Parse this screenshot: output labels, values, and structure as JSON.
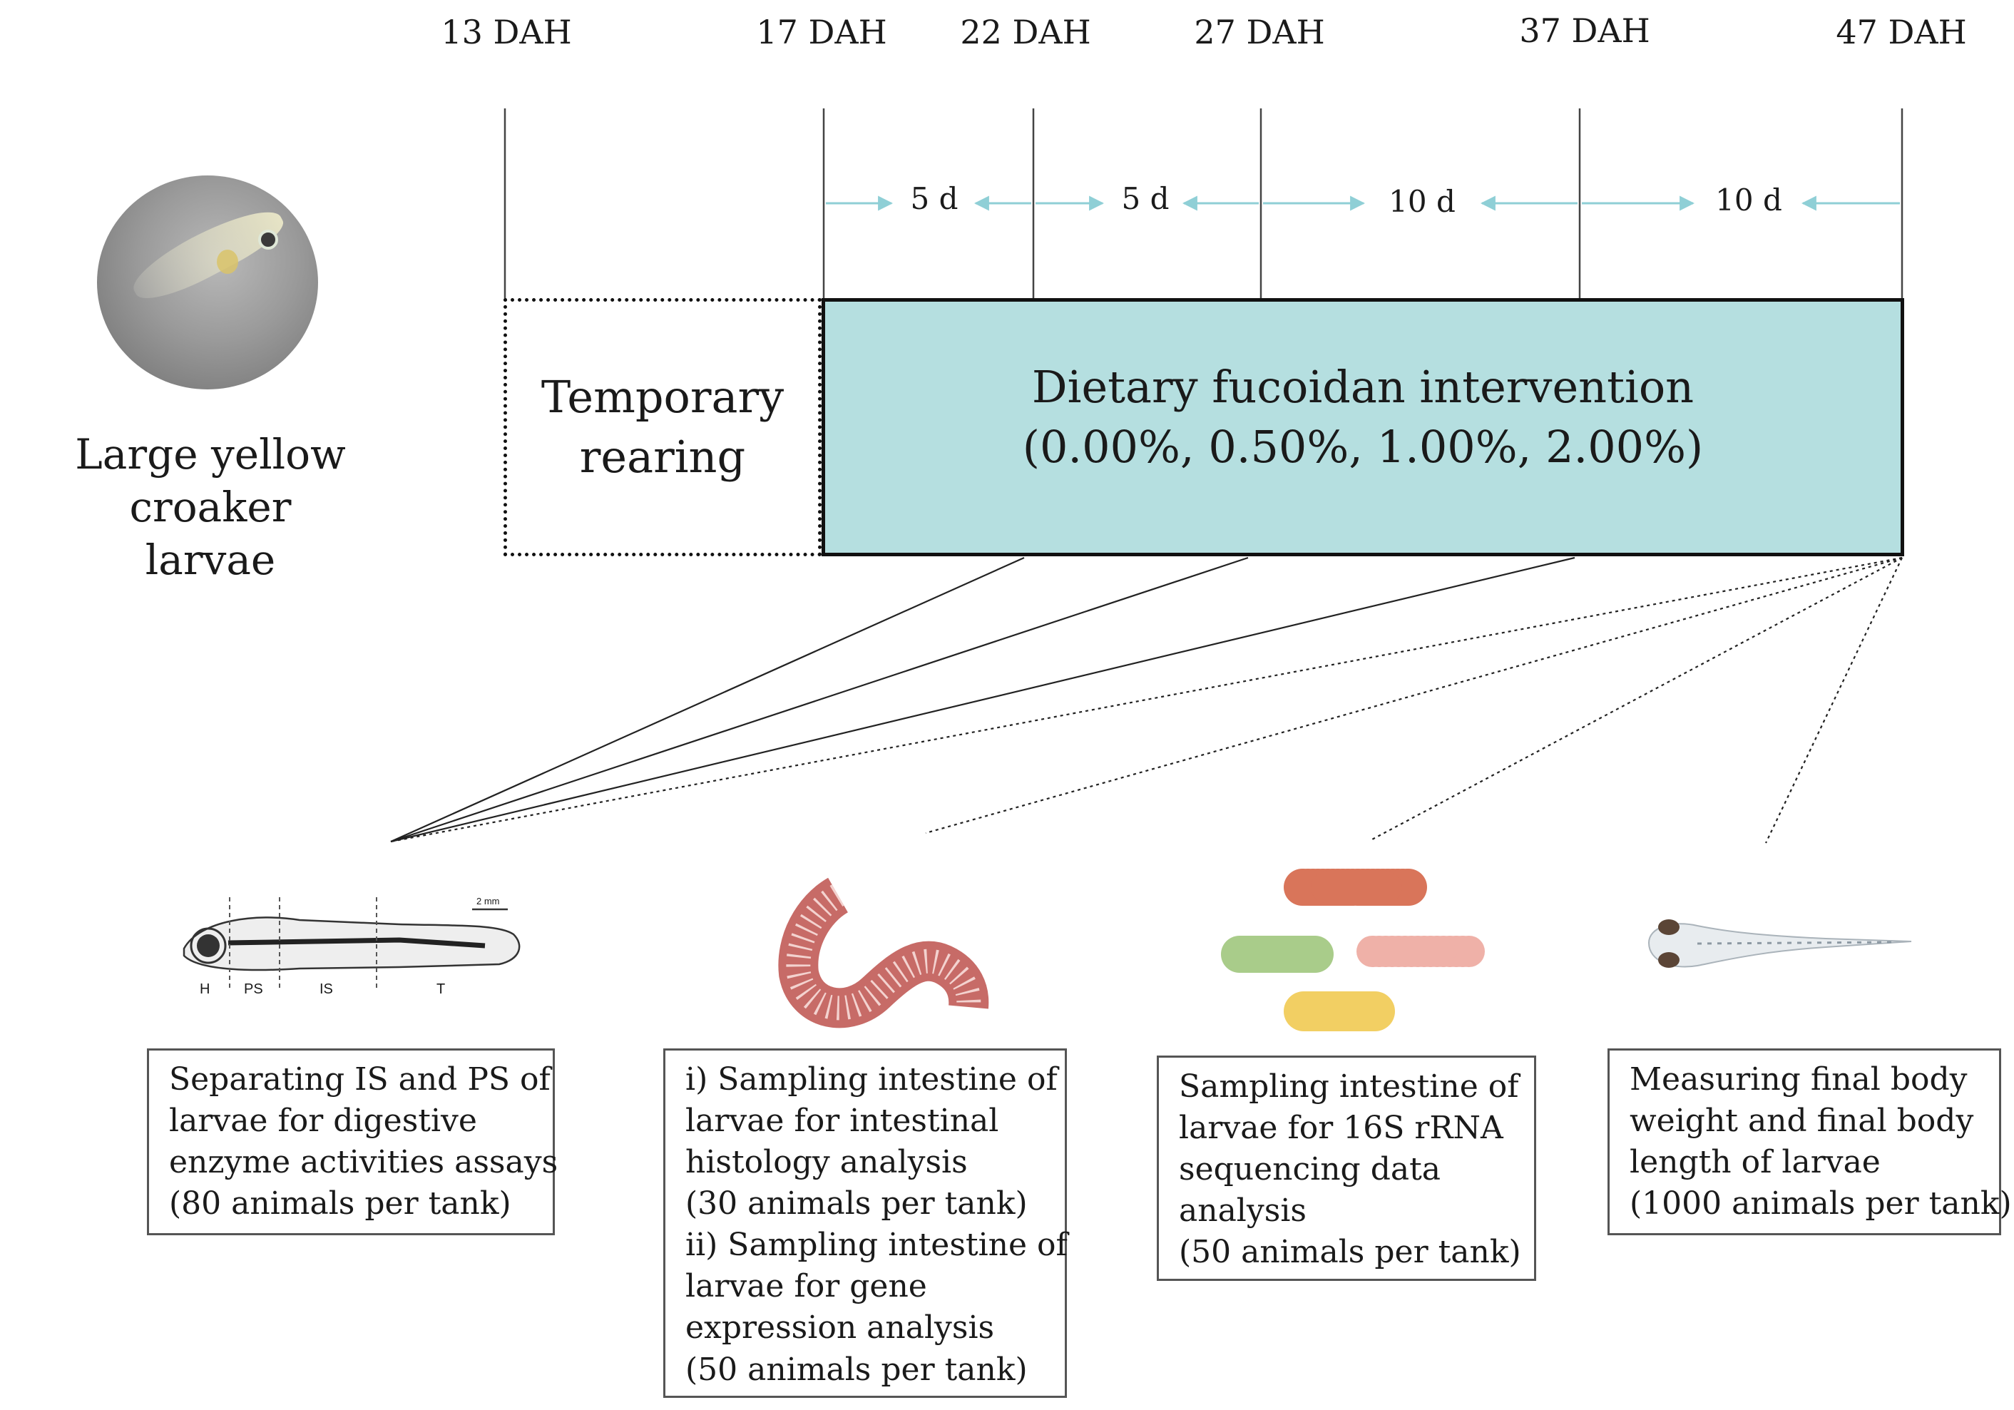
{
  "timeline": {
    "days": [
      {
        "label": "13 DAH"
      },
      {
        "label": "17 DAH"
      },
      {
        "label": "22 DAH"
      },
      {
        "label": "27 DAH"
      },
      {
        "label": "37 DAH"
      },
      {
        "label": "47 DAH"
      }
    ],
    "intervals": [
      {
        "label": "5 d"
      },
      {
        "label": "5 d"
      },
      {
        "label": "10 d"
      },
      {
        "label": "10 d"
      }
    ]
  },
  "subject": {
    "line1": "Large yellow croaker",
    "line2": "larvae"
  },
  "phases": {
    "temporary": {
      "line1": "Temporary",
      "line2": "rearing"
    },
    "intervention": {
      "line1": "Dietary fucoidan intervention",
      "line2": "(0.00%, 0.50%, 1.00%, 2.00%)"
    }
  },
  "colors": {
    "intervention_fill": "#b5dfe0",
    "interval_arrow": "#8fcfd6",
    "intestine": "#c76b67",
    "bacteria_red": "#d9755a",
    "bacteria_green": "#a9cc8a",
    "bacteria_yellow": "#f2cf63",
    "bacteria_pink": "#efb1a8"
  },
  "illustrations": {
    "larva_diagram_labels": [
      "H",
      "PS",
      "IS",
      "T"
    ],
    "scale_label": "2 mm"
  },
  "outcomes": [
    {
      "lines": [
        "Separating IS and PS of",
        "larvae  for digestive",
        "enzyme activities assays",
        "(80 animals per tank)"
      ]
    },
    {
      "lines": [
        "i) Sampling intestine of",
        "larvae  for intestinal",
        "histology analysis",
        "(30 animals per tank)",
        "ii) Sampling intestine of",
        "larvae  for  gene",
        "expression analysis",
        "(50 animals per tank)"
      ]
    },
    {
      "lines": [
        "Sampling intestine of",
        "larvae  for 16S rRNA",
        "sequencing data",
        "analysis",
        "(50 animals per tank)"
      ]
    },
    {
      "lines": [
        "Measuring final body",
        "weight and final body",
        "length of larvae",
        "(1000 animals per tank)"
      ]
    }
  ]
}
